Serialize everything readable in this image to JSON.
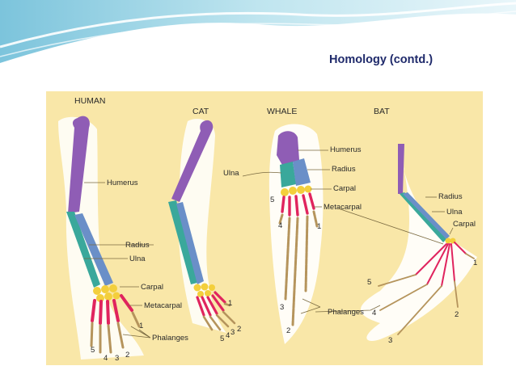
{
  "slide": {
    "title": "Homology (contd.)"
  },
  "species": [
    "HUMAN",
    "CAT",
    "WHALE",
    "BAT"
  ],
  "labels": {
    "humerus": "Humerus",
    "radius": "Radius",
    "ulna": "Ulna",
    "carpal": "Carpal",
    "metacarpal": "Metacarpal",
    "phalanges": "Phalanges"
  },
  "digits": [
    "1",
    "2",
    "3",
    "4",
    "5"
  ],
  "colors": {
    "background": "#f9e7a8",
    "humerus": "#8f5db5",
    "radius": "#6a8fc8",
    "ulna": "#3aa89b",
    "carpal": "#f3cf3c",
    "metacarpal": "#e0245e",
    "phalanges": "#b5945c",
    "header": "#a6dbe8"
  }
}
